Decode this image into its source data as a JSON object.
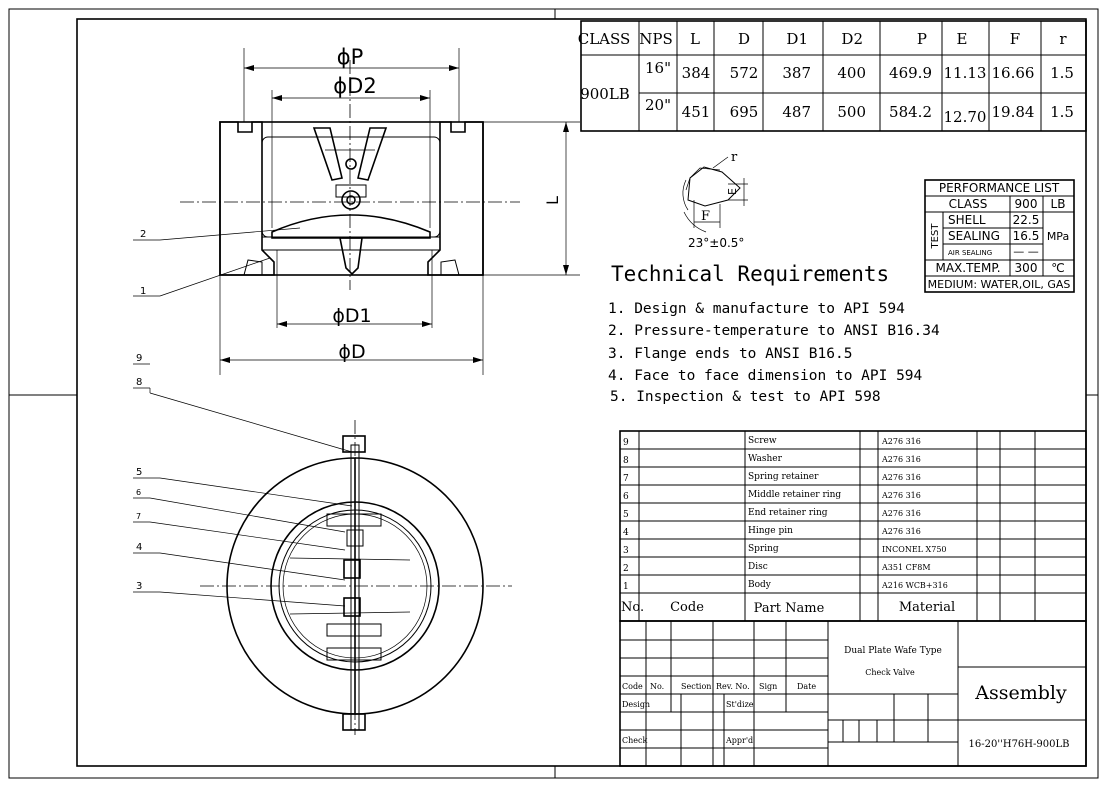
{
  "dims_table": {
    "headers": [
      "CLASS",
      "NPS",
      "L",
      "D",
      "D1",
      "D2",
      "P",
      "E",
      "F",
      "r"
    ],
    "class_value": "900LB",
    "rows": [
      [
        "16\"",
        "384",
        "572",
        "387",
        "400",
        "469.9",
        "11.13",
        "16.66",
        "1.5"
      ],
      [
        "20\"",
        "451",
        "695",
        "487",
        "500",
        "584.2",
        "12.70",
        "19.84",
        "1.5"
      ]
    ]
  },
  "performance": {
    "title": "PERFORMANCE LIST",
    "class_label": "CLASS",
    "class_value": "900",
    "class_unit": "LB",
    "test_label": "TEST",
    "shell_label": "SHELL",
    "shell_value": "22.5",
    "sealing_label": "SEALING",
    "sealing_value": "16.5",
    "pressure_unit": "MPa",
    "air_label": "AIR SEALING",
    "air_value": "— —",
    "maxtemp_label": "MAX.TEMP.",
    "maxtemp_value": "300",
    "temp_unit": "℃",
    "medium": "MEDIUM: WATER,OIL, GAS"
  },
  "detail": {
    "r": "r",
    "e": "E",
    "f": "F",
    "angle": "23°±0.5°"
  },
  "requirements": {
    "title": "Technical Requirements",
    "items": [
      "1. Design & manufacture to API 594",
      "2. Pressure-temperature to ANSI B16.34",
      "3. Flange ends to ANSI B16.5",
      "4. Face to face dimension to API 594",
      "5. Inspection & test to API 598"
    ]
  },
  "drawing_labels": {
    "phiP": "ϕP",
    "phiD2": "ϕD2",
    "phiD1": "ϕD1",
    "phiD": "ϕD",
    "L": "L",
    "balloons": [
      "1",
      "2",
      "4",
      "3",
      "5",
      "6",
      "7",
      "8",
      "9"
    ]
  },
  "bom": {
    "rows": [
      {
        "no": "9",
        "name": "Screw",
        "material": "A276 316"
      },
      {
        "no": "8",
        "name": "Washer",
        "material": "A276 316"
      },
      {
        "no": "7",
        "name": "Spring retainer",
        "material": "A276 316"
      },
      {
        "no": "6",
        "name": "Middle retainer ring",
        "material": "A276 316"
      },
      {
        "no": "5",
        "name": "End retainer ring",
        "material": "A276 316"
      },
      {
        "no": "4",
        "name": "Hinge pin",
        "material": "A276 316"
      },
      {
        "no": "3",
        "name": "Spring",
        "material": "INCONEL X750"
      },
      {
        "no": "2",
        "name": "Disc",
        "material": "A351 CF8M"
      },
      {
        "no": "1",
        "name": "Body",
        "material": "A216 WCB+316"
      }
    ],
    "header": {
      "no": "No.",
      "code": "Code",
      "name": "Part Name",
      "material": "Material"
    }
  },
  "title_block": {
    "product_line1": "Dual Plate Wafe Type",
    "product_line2": "Check Valve",
    "assembly": "Assembly",
    "drawing_no": "16-20''H76H-900LB",
    "code": "Code",
    "no": "No.",
    "section": "Section",
    "revno": "Rev. No.",
    "sign": "Sign",
    "date": "Date",
    "design": "Design",
    "stdize": "St'dize",
    "check": "Check",
    "apprd": "Appr'd"
  }
}
